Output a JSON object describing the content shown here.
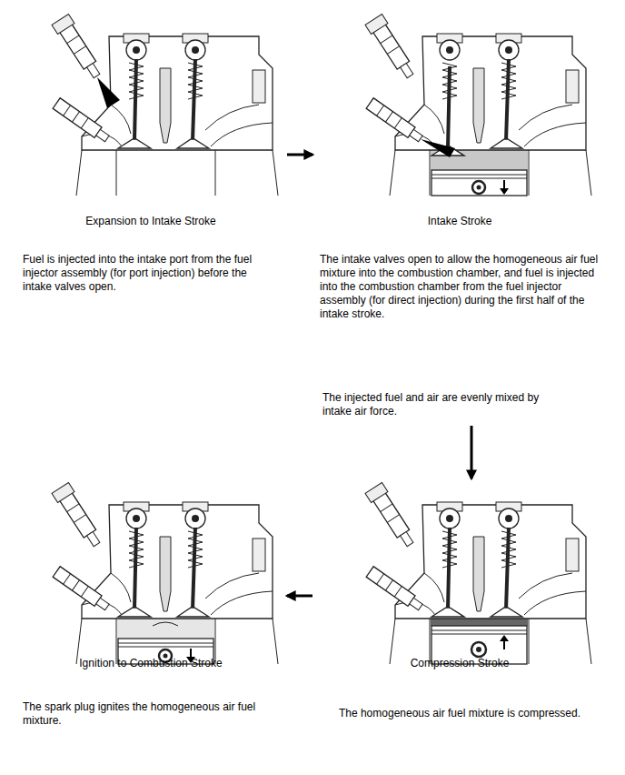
{
  "diagram": {
    "nodes": [
      {
        "text": [
          "Expansion to Intake Stroke",
          "Fuel is injected into the intake port from the fuel injector assembly (for port injection) before the intake valves open."
        ]
      },
      {
        "text": [
          "Intake Stroke",
          "The intake valves open to allow the homogeneous air fuel mixture into the combustion chamber, and fuel is injected into the combustion chamber from the fuel injector assembly (for direct injection) during the first half of the intake stroke.",
          "The injected fuel and air are evenly mixed by intake air force."
        ]
      },
      {
        "text": [
          "Ignition to Combustion Stroke",
          "The spark plug ignites the homogeneous air fuel mixture."
        ]
      },
      {
        "text": [
          "Compression Stroke",
          "The homogeneous air fuel mixture is compressed."
        ]
      }
    ],
    "edges": [
      {
        "from": 0,
        "to": 1,
        "arrow": "to"
      },
      {
        "from": 1,
        "to": 3,
        "arrow": "to"
      },
      {
        "from": 3,
        "to": 2,
        "arrow": "to"
      }
    ]
  }
}
